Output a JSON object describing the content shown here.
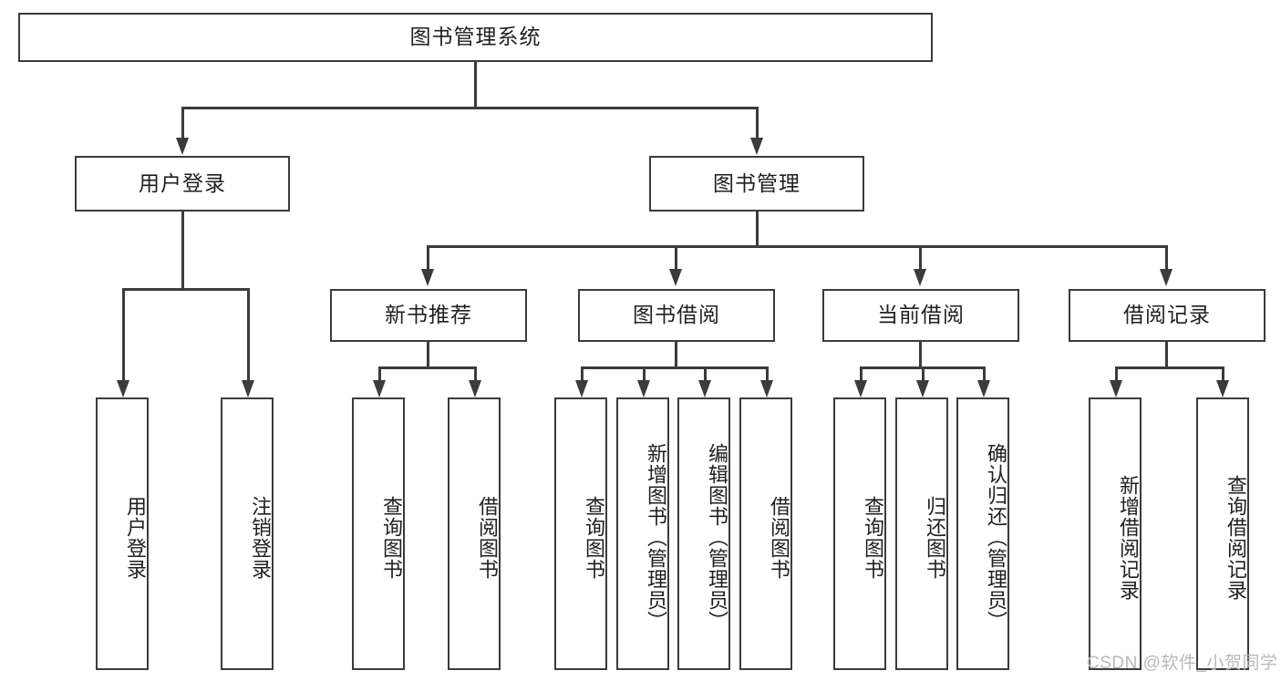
{
  "diagram": {
    "type": "tree-hierarchy",
    "title": "图书管理系统",
    "root": {
      "label": "图书管理系统"
    },
    "level2": [
      {
        "label": "用户登录"
      },
      {
        "label": "图书管理"
      }
    ],
    "level3": [
      {
        "label": "新书推荐"
      },
      {
        "label": "图书借阅"
      },
      {
        "label": "当前借阅"
      },
      {
        "label": "借阅记录"
      }
    ],
    "leaves": {
      "user_login": [
        {
          "label": "用户登录"
        },
        {
          "label": "注销登录"
        }
      ],
      "new_book_rec": [
        {
          "label": "查询图书"
        },
        {
          "label": "借阅图书"
        }
      ],
      "book_borrow": [
        {
          "label": "查询图书"
        },
        {
          "label": "新增图书（管理员）"
        },
        {
          "label": "编辑图书（管理员）"
        },
        {
          "label": "借阅图书"
        }
      ],
      "current_borrow": [
        {
          "label": "查询图书"
        },
        {
          "label": "归还图书"
        },
        {
          "label": "确认归还（管理员）"
        }
      ],
      "borrow_record": [
        {
          "label": "新增借阅记录"
        },
        {
          "label": "查询借阅记录"
        }
      ]
    }
  },
  "watermark": {
    "text": "CSDN @软件_小贺同学"
  },
  "colors": {
    "stroke": "#3b3b3b",
    "background": "#ffffff",
    "text": "#1f1f1f",
    "watermark": "#b9b9b9"
  }
}
